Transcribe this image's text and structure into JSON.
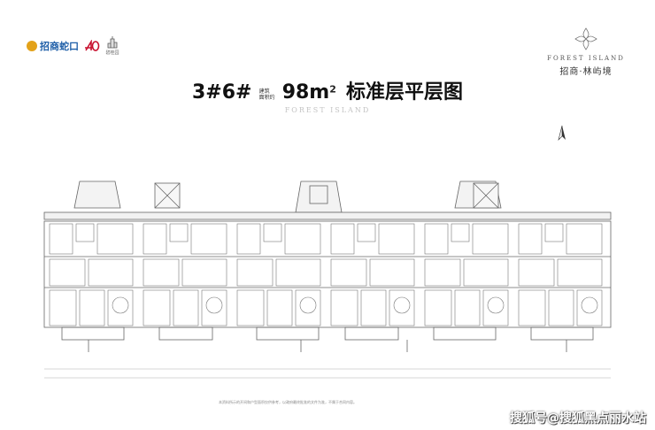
{
  "logos": {
    "cmk_text": "招商蛇口",
    "small_text": "碧桂园"
  },
  "brand": {
    "en": "FOREST ISLAND",
    "cn": "招商·林屿境"
  },
  "title": {
    "code": "3#6#",
    "small_line1": "建筑",
    "small_line2": "面积约",
    "area": "98m",
    "sup": "2",
    "name": "标准层平层图"
  },
  "subtitle": "FOREST ISLAND",
  "note": "本资料所示的开间和户型面积仅供参考，以政府最终批准的文件为准，不属于合同内容。",
  "watermark": "搜狐号@搜狐黑点丽水站",
  "colors": {
    "line": "#555555",
    "brand_blue": "#1f5fa8",
    "brand_gold": "#e3a21a",
    "accent_red": "#c8102e"
  }
}
